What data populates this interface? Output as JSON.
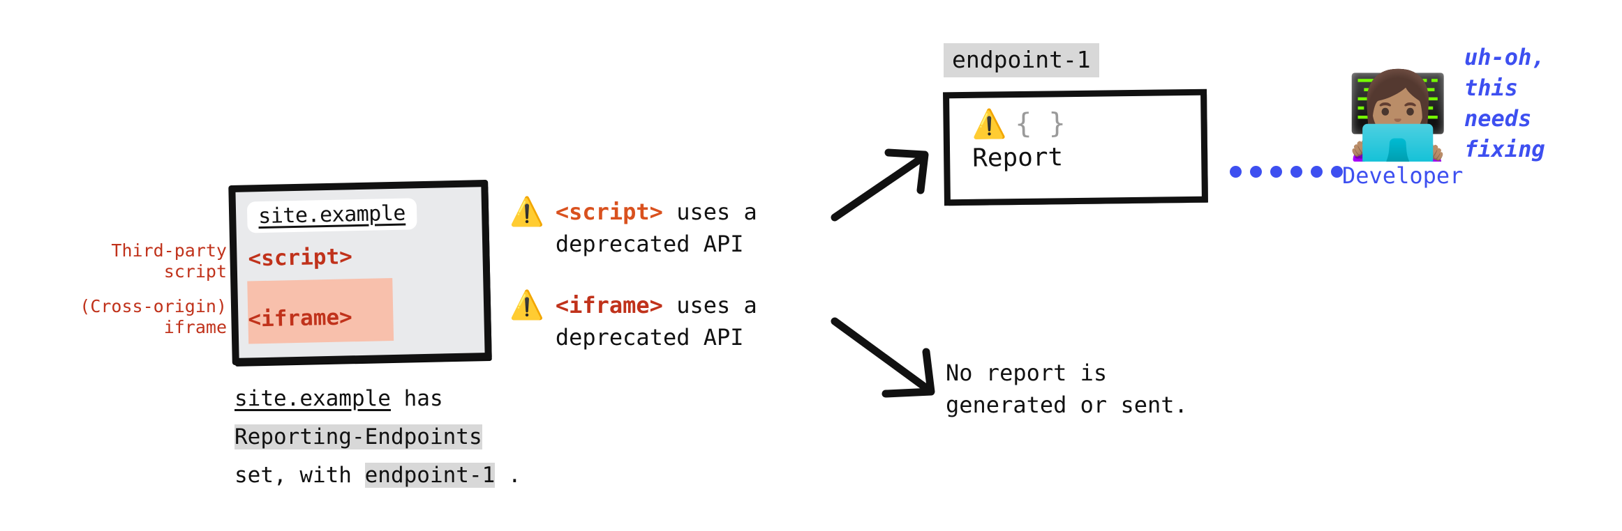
{
  "diagram": {
    "title": "Reporting API with third-party script and cross-origin iframe",
    "colors": {
      "red": "#c0321b",
      "orange_red": "#d9511e",
      "blue": "#3d4ff0",
      "iframe_highlight": "#f8c0ac",
      "chip_gray": "#d8d8d8",
      "browser_chrome": "#e9eaec",
      "ink": "#111111",
      "brace_gray": "#9a9a9a"
    }
  },
  "annotations": {
    "third_party_script": "Third-party\nscript",
    "cross_origin_iframe": "(Cross-origin)\niframe"
  },
  "browser": {
    "url": "site.example",
    "lines": [
      {
        "tag": "<script>",
        "highlighted": false
      },
      {
        "tag": "<iframe>",
        "highlighted": true
      }
    ]
  },
  "caption": {
    "line1_site": "site.example",
    "line1_rest": " has",
    "line2_header": "Reporting-Endpoints",
    "line3_prefix": "set, with ",
    "line3_chip": "endpoint-1",
    "line3_suffix": " ."
  },
  "warnings": [
    {
      "icon": "warning-icon",
      "glyph": "⚠️",
      "code": "<script>",
      "code_color": "orange",
      "rest": " uses a\ndeprecated API"
    },
    {
      "icon": "warning-icon",
      "glyph": "⚠️",
      "code": "<iframe>",
      "code_color": "red",
      "rest": " uses a\ndeprecated API"
    }
  ],
  "endpoint": {
    "label": "endpoint-1",
    "warning_glyph": "⚠️",
    "braces_glyph": "{ }",
    "body_text": "Report"
  },
  "no_report": {
    "text": "No report is\ngenerated or sent."
  },
  "connector": {
    "dot_count": 6,
    "dot_color": "#3d4ff0"
  },
  "developer": {
    "emoji": "👩🏽‍💻",
    "label": "Developer",
    "speech": "uh-oh,\nthis\nneeds\nfixing"
  }
}
